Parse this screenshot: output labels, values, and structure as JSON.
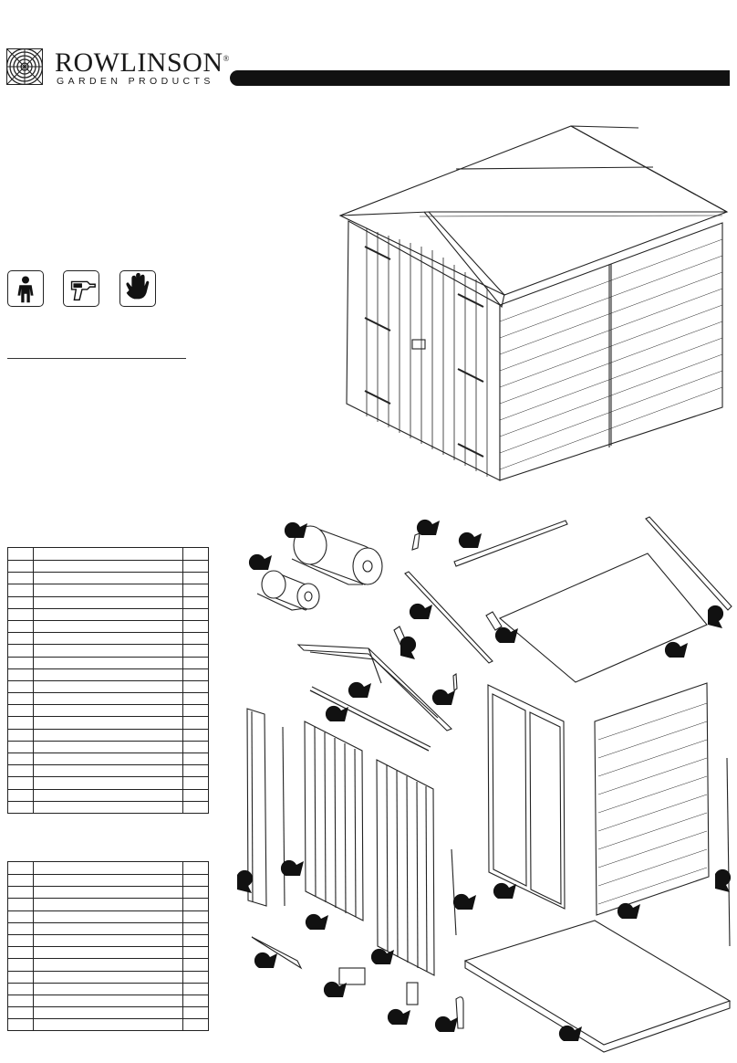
{
  "brand": {
    "name": "ROWLINSON",
    "tagline": "GARDEN PRODUCTS",
    "registered_mark": "®"
  },
  "icons": [
    {
      "name": "person-icon"
    },
    {
      "name": "drill-icon"
    },
    {
      "name": "glove-icon"
    }
  ],
  "parts_table_1": {
    "rows": 22
  },
  "parts_table_2": {
    "rows": 14
  },
  "colors": {
    "ink": "#111111",
    "paper": "#ffffff"
  }
}
